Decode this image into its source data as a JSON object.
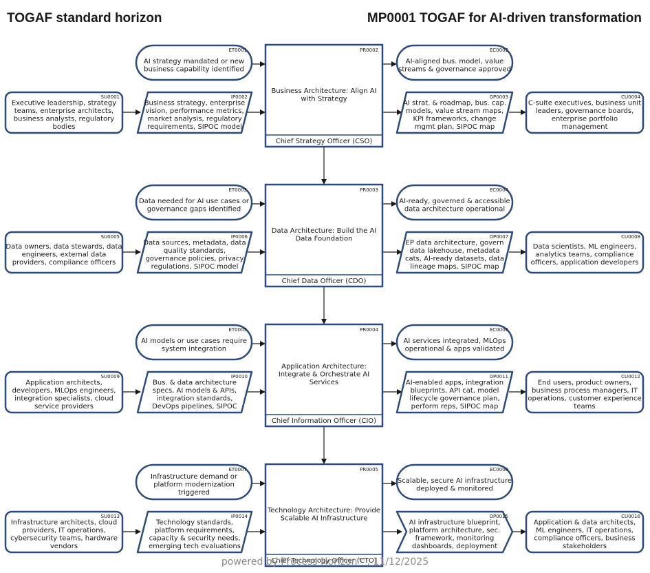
{
  "header": {
    "left_title": "TOGAF standard horizon",
    "right_title": "MP0001 TOGAF for AI-driven transformation"
  },
  "footer": "powered by Process Horizon™, 11/12/2025",
  "colors": {
    "stroke": "#2b4a7d",
    "text": "#1a1a1a",
    "background": "#ffffff"
  },
  "rows": [
    {
      "supplier": {
        "code": "SU0001",
        "lines": [
          "Executive leadership, strategy",
          "teams, enterprise architects,",
          "business analysts, regulatory",
          "bodies"
        ]
      },
      "trigger": {
        "code": "ET0001",
        "lines": [
          "AI strategy mandated or new",
          "business capability identified"
        ]
      },
      "input": {
        "code": "IP0002",
        "lines": [
          "Business strategy, enterprise",
          "vision, performance metrics,",
          "market analysis, regulatory",
          "requirements, SIPOC model"
        ]
      },
      "process": {
        "code": "PR0002",
        "lines": [
          "Business Architecture: Align AI",
          "with Strategy"
        ],
        "owner": "Chief Strategy Officer (CSO)"
      },
      "result": {
        "code": "EC0002",
        "lines": [
          "AI-aligned bus. model, value",
          "streams & governance approved"
        ]
      },
      "output": {
        "code": "OP0003",
        "lines": [
          "AI strat. & roadmap, bus. cap.",
          "models, value stream maps,",
          "KPI frameworks, change",
          "mgmt plan, SIPOC map"
        ]
      },
      "customer": {
        "code": "CU0004",
        "lines": [
          "C-suite executives, business unit",
          "leaders, governance boards,",
          "enterprise portfolio",
          "management"
        ]
      }
    },
    {
      "supplier": {
        "code": "SU0005",
        "lines": [
          "Data owners, data stewards, data",
          "engineers, external data",
          "providers, compliance officers"
        ]
      },
      "trigger": {
        "code": "ET0003",
        "lines": [
          "Data needed for AI use cases or",
          "governance gaps identified"
        ]
      },
      "input": {
        "code": "IP0006",
        "lines": [
          "Data sources, metadata, data",
          "quality standards,",
          "governance policies, privacy",
          "regulations, SIPOC model"
        ]
      },
      "process": {
        "code": "PR0003",
        "lines": [
          "Data Architecture: Build the AI",
          "Data Foundation"
        ],
        "owner": "Chief Data Officer (CDO)"
      },
      "result": {
        "code": "EC0004",
        "lines": [
          "AI-ready, governed & accessible",
          "data architecture operational"
        ]
      },
      "output": {
        "code": "OP0007",
        "lines": [
          "EP data architecture, govern",
          "data lakehouse, metadata",
          "cats, AI-ready datasets, data",
          "lineage maps, SIPOC map"
        ]
      },
      "customer": {
        "code": "CU0008",
        "lines": [
          "Data scientists, ML engineers,",
          "analytics teams, compliance",
          "officers, application developers"
        ]
      }
    },
    {
      "supplier": {
        "code": "SU0009",
        "lines": [
          "Application architects,",
          "developers, MLOps engineers,",
          "integration specialists, cloud",
          "service providers"
        ]
      },
      "trigger": {
        "code": "ET0005",
        "lines": [
          "AI models or use cases require",
          "system integration"
        ]
      },
      "input": {
        "code": "IP0010",
        "lines": [
          "Bus. & data architecture",
          "specs, AI models & APIs,",
          "integration standards,",
          "DevOps pipelines, SIPOC"
        ]
      },
      "process": {
        "code": "PR0004",
        "lines": [
          "Application Architecture:",
          "Integrate & Orchestrate AI",
          "Services"
        ],
        "owner": "Chief Information Officer (CIO)"
      },
      "result": {
        "code": "EC0006",
        "lines": [
          "AI services integrated, MLOps",
          "operational & apps validated"
        ]
      },
      "output": {
        "code": "OP0011",
        "lines": [
          "AI-enabled apps, integration",
          "blueprints, API cat, model",
          "lifecycle governance plan,",
          "perform reps, SIPOC map"
        ]
      },
      "customer": {
        "code": "CU0012",
        "lines": [
          "End users, product owners,",
          "business process managers, IT",
          "operations, customer experience",
          "teams"
        ]
      }
    },
    {
      "supplier": {
        "code": "SU0013",
        "lines": [
          "Infrastructure architects, cloud",
          "providers, IT operations,",
          "cybersecurity teams, hardware",
          "vendors"
        ]
      },
      "trigger": {
        "code": "ET0007",
        "lines": [
          "Infrastructure demand or",
          "platform modernization",
          "triggered"
        ]
      },
      "input": {
        "code": "IP0014",
        "lines": [
          "Technology standards,",
          "platform requirements,",
          "capacity & security needs,",
          "emerging tech evaluations"
        ]
      },
      "process": {
        "code": "PR0005",
        "lines": [
          "Technology Architecture: Provide",
          "Scalable AI Infrastructure"
        ],
        "owner": "Chief Technology Officer (CTO)"
      },
      "result": {
        "code": "EC0008",
        "lines": [
          "Scalable, secure AI infrastructure",
          "deployed & monitored"
        ]
      },
      "output": {
        "code": "OP0015",
        "lines": [
          "AI infrastructure blueprint,",
          "platform architecture, sec.",
          "framework, monitoring",
          "dashboards, deployment"
        ]
      },
      "customer": {
        "code": "CU0016",
        "lines": [
          "Application & data architects,",
          "ML engineers, IT operations,",
          "compliance officers, business",
          "stakeholders"
        ]
      }
    }
  ]
}
